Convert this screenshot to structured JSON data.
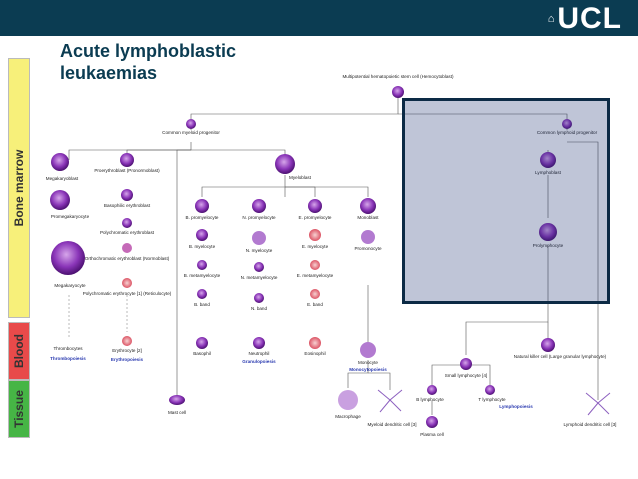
{
  "header": {
    "logo_text": "UCL"
  },
  "slide": {
    "title_line1": "Acute lymphoblastic",
    "title_line2": "leukaemias"
  },
  "side_bands": [
    {
      "label": "Bone marrow",
      "color": "#f7f07a"
    },
    {
      "label": "Blood",
      "color": "#e84a4a"
    },
    {
      "label": "Tissue",
      "color": "#46b545"
    }
  ],
  "diagram": {
    "stem": "Multipotential hematopoietic stem cell (Hemocytoblast)",
    "myeloid_progenitor": "Common myeloid progenitor",
    "lymphoid_progenitor": "Common lymphoid progenitor",
    "megakaryoblast": "Megakaryoblast",
    "promegakaryocyte": "Promegakaryocyte",
    "megakaryocyte": "Megakaryocyte",
    "thrombocytes": "Thrombocytes",
    "thrombopoiesis": "Thrombopoiesis",
    "proerythroblast": "Proerythroblast (Pronormoblast)",
    "basophilic_erythroblast": "Basophilic erythroblast",
    "polychromatic_erythroblast": "Polychromatic erythroblast",
    "orthochromatic_erythroblast": "Orthochromatic erythroblast (Normoblast)",
    "polychromatic_erythrocyte": "Polychromatic erythrocyte [1] (Reticulocyte)",
    "erythrocyte": "Erythrocyte [2]",
    "erythropoiesis": "Erythropoiesis",
    "mast_cell": "Mast cell",
    "myeloblast": "Myeloblast",
    "b_promyelocyte": "B. promyelocyte",
    "n_promyelocyte": "N. promyelocyte",
    "e_promyelocyte": "E. promyelocyte",
    "monoblast": "Monoblast",
    "b_myelocyte": "B. myelocyte",
    "n_myelocyte": "N. myelocyte",
    "e_myelocyte": "E. myelocyte",
    "promonocyte": "Promonocyte",
    "b_metamyelocyte": "B. metamyelocyte",
    "n_metamyelocyte": "N. metamyelocyte",
    "e_metamyelocyte": "E. metamyelocyte",
    "b_band": "B. band",
    "n_band": "N. band",
    "e_band": "E. band",
    "basophil": "Basophil",
    "neutrophil": "Neutrophil",
    "eosinophil": "Eosinophil",
    "granulopoiesis": "Granulopoiesis",
    "monocyte": "Monocyte",
    "monocytopoiesis": "Monocytopoiesis",
    "macrophage": "Macrophage",
    "myeloid_dendritic": "Myeloid dendritic cell [3]",
    "lymphoblast": "Lymphoblast",
    "prolymphocyte": "Prolymphocyte",
    "small_lymphocyte": "Small lymphocyte [4]",
    "nk_cell": "Natural killer cell (Large granular lymphocyte)",
    "b_lymphocyte": "B lymphocyte",
    "t_lymphocyte": "T lymphocyte",
    "lymphopoiesis": "Lymphopoiesis",
    "plasma_cell": "Plasma cell",
    "lymphoid_dendritic": "Lymphoid dendritic cell [3]"
  },
  "colors": {
    "header": "#0b3c52",
    "highlight_border": "#0c2a45",
    "cell": "#6a1fa0"
  }
}
